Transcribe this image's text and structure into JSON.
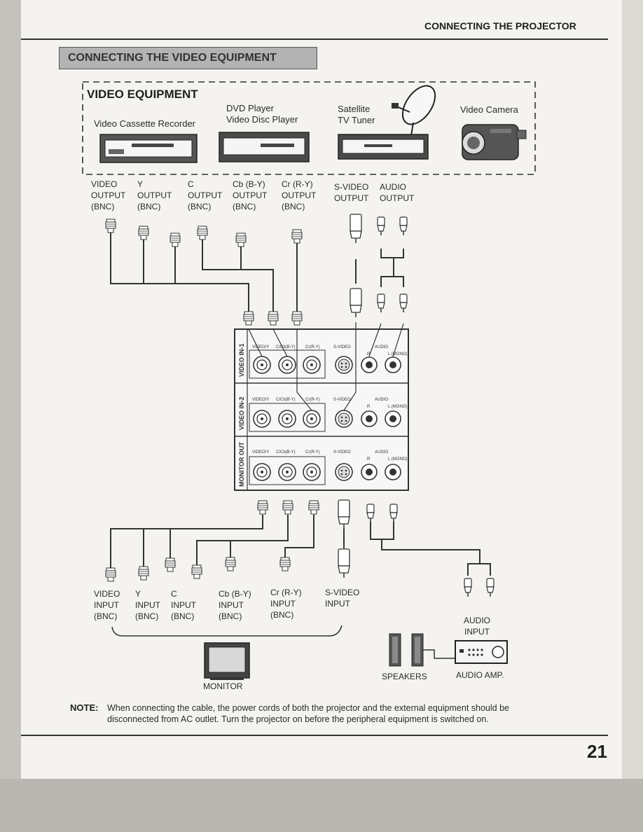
{
  "header": {
    "section": "CONNECTING THE PROJECTOR",
    "page_number": "21"
  },
  "title": "CONNECTING THE VIDEO EQUIPMENT",
  "video_equipment": {
    "heading": "VIDEO EQUIPMENT",
    "devices": [
      "Video Cassette Recorder",
      "DVD Player",
      "Video Disc Player",
      "Satellite",
      "TV Tuner",
      "Video Camera"
    ],
    "outputs": [
      {
        "line1": "VIDEO",
        "line2": "OUTPUT",
        "line3": "(BNC)"
      },
      {
        "line1": "Y",
        "line2": "OUTPUT",
        "line3": "(BNC)"
      },
      {
        "line1": "C",
        "line2": "OUTPUT",
        "line3": "(BNC)"
      },
      {
        "line1": "Cb (B-Y)",
        "line2": "OUTPUT",
        "line3": "(BNC)"
      },
      {
        "line1": "Cr (R-Y)",
        "line2": "OUTPUT",
        "line3": "(BNC)"
      },
      {
        "line1": "S-VIDEO",
        "line2": "OUTPUT"
      },
      {
        "line1": "AUDIO",
        "line2": "OUTPUT"
      }
    ]
  },
  "panel": {
    "rows": [
      "VIDEO IN-1",
      "VIDEO IN-2",
      "MONITOR OUT"
    ],
    "labels": [
      "VIDEO/Y",
      "C/Cb(B-Y)",
      "Cr(R-Y)",
      "S-VIDEO",
      "AUDIO",
      "R",
      "L (MONO)"
    ]
  },
  "monitor_inputs": [
    {
      "line1": "VIDEO",
      "line2": "INPUT",
      "line3": "(BNC)"
    },
    {
      "line1": "Y",
      "line2": "INPUT",
      "line3": "(BNC)"
    },
    {
      "line1": "C",
      "line2": "INPUT",
      "line3": "(BNC)"
    },
    {
      "line1": "Cb (B-Y)",
      "line2": "INPUT",
      "line3": "(BNC)"
    },
    {
      "line1": "Cr (R-Y)",
      "line2": "INPUT",
      "line3": "(BNC)"
    },
    {
      "line1": "S-VIDEO",
      "line2": "INPUT"
    }
  ],
  "audio_input": {
    "line1": "AUDIO",
    "line2": "INPUT"
  },
  "monitor_label": "MONITOR",
  "speakers_label": "SPEAKERS",
  "amp_label": "AUDIO AMP.",
  "note": {
    "label": "NOTE:",
    "line1": "When connecting the cable, the power cords of both the projector and the external equipment should be",
    "line2": "disconnected from AC outlet. Turn the projector  on before the peripheral equipment is switched on."
  }
}
